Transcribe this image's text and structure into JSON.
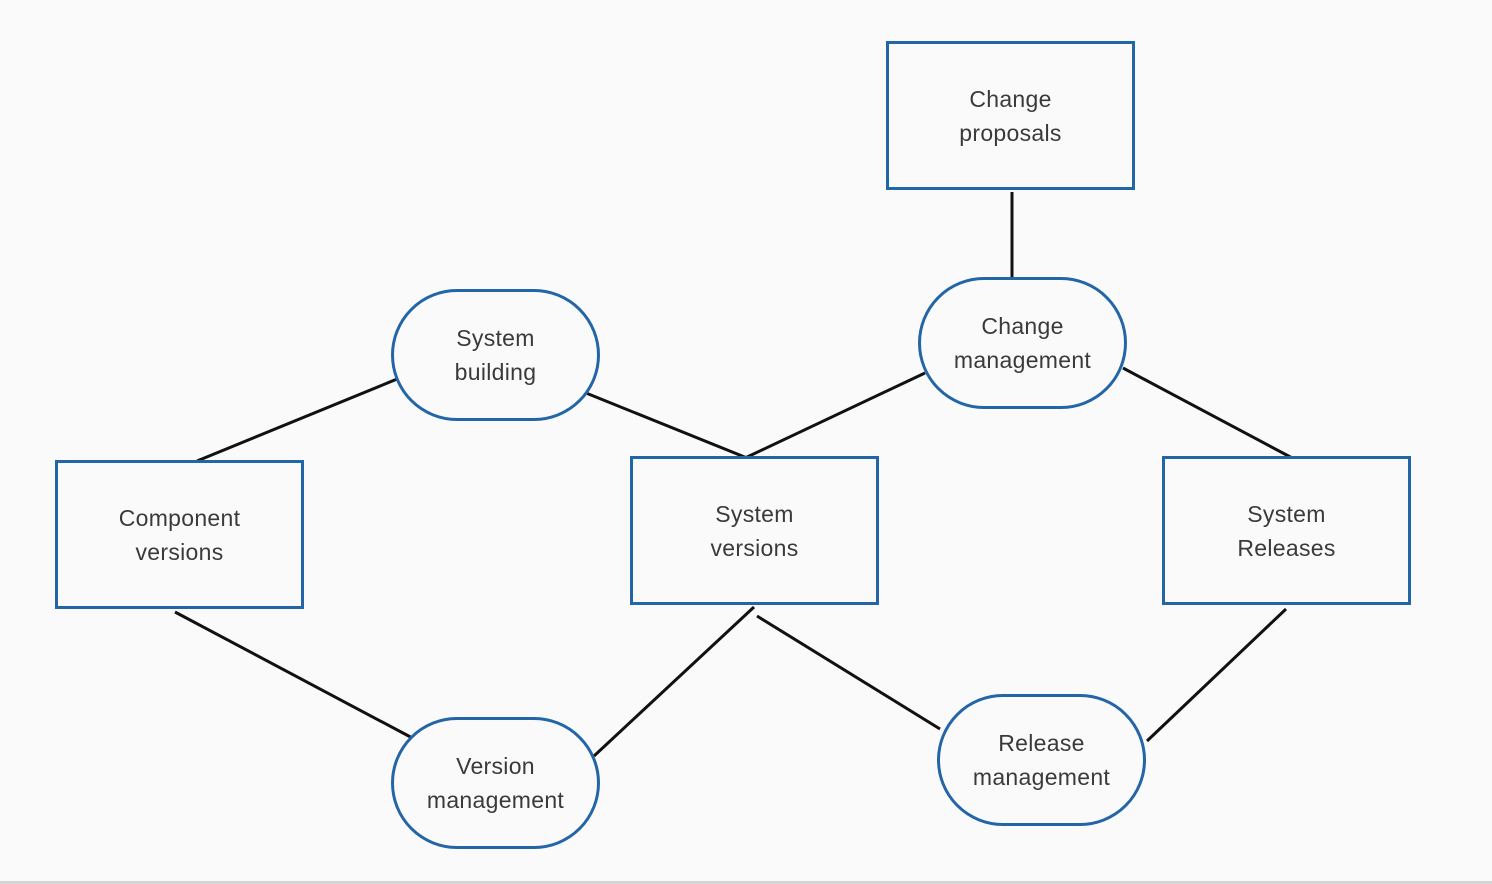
{
  "diagram": {
    "colors": {
      "node_border": "#2366a8",
      "edge": "#111111",
      "text": "#3a3a3a",
      "background": "#fafafa"
    },
    "nodes": [
      {
        "id": "change-proposals",
        "shape": "rectangle",
        "lines": [
          "Change",
          "proposals"
        ]
      },
      {
        "id": "change-management",
        "shape": "rounded",
        "lines": [
          "Change",
          "management"
        ]
      },
      {
        "id": "system-building",
        "shape": "rounded",
        "lines": [
          "System",
          "building"
        ]
      },
      {
        "id": "component-versions",
        "shape": "rectangle",
        "lines": [
          "Component",
          "versions"
        ]
      },
      {
        "id": "system-versions",
        "shape": "rectangle",
        "lines": [
          "System",
          "versions"
        ]
      },
      {
        "id": "system-releases",
        "shape": "rectangle",
        "lines": [
          "System",
          "Releases"
        ]
      },
      {
        "id": "version-management",
        "shape": "rounded",
        "lines": [
          "Version",
          "management"
        ]
      },
      {
        "id": "release-management",
        "shape": "rounded",
        "lines": [
          "Release",
          "management"
        ]
      }
    ],
    "edges": [
      {
        "from": "change-proposals",
        "to": "change-management"
      },
      {
        "from": "change-management",
        "to": "system-versions"
      },
      {
        "from": "change-management",
        "to": "system-releases"
      },
      {
        "from": "system-building",
        "to": "component-versions"
      },
      {
        "from": "system-building",
        "to": "system-versions"
      },
      {
        "from": "component-versions",
        "to": "version-management"
      },
      {
        "from": "system-versions",
        "to": "version-management"
      },
      {
        "from": "system-versions",
        "to": "release-management"
      },
      {
        "from": "system-releases",
        "to": "release-management"
      }
    ]
  }
}
